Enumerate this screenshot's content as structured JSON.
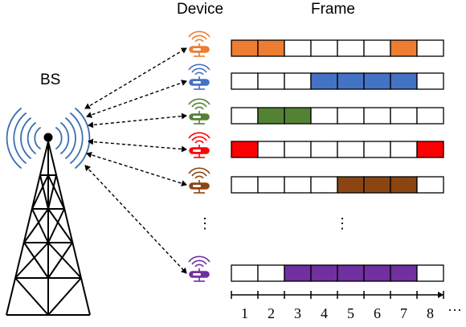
{
  "labels": {
    "device": "Device",
    "frame": "Frame",
    "bs": "BS",
    "vertical_ellipsis": "⋮",
    "axis_ellipsis": "···"
  },
  "axis": {
    "ticks": [
      "1",
      "2",
      "3",
      "4",
      "5",
      "6",
      "7",
      "8"
    ]
  },
  "colors": {
    "empty": "#ffffff",
    "border": "#000000",
    "tower": "#000000",
    "signal": "#3b6fb0"
  },
  "devices": [
    {
      "name": "device-1",
      "color": "#ed7d31",
      "slots": [
        1,
        1,
        0,
        0,
        0,
        0,
        1,
        0
      ]
    },
    {
      "name": "device-2",
      "color": "#4472c4",
      "slots": [
        0,
        0,
        0,
        1,
        1,
        1,
        1,
        0
      ]
    },
    {
      "name": "device-3",
      "color": "#548235",
      "slots": [
        0,
        1,
        1,
        0,
        0,
        0,
        0,
        0
      ]
    },
    {
      "name": "device-4",
      "color": "#ff0000",
      "slots": [
        1,
        0,
        0,
        0,
        0,
        0,
        0,
        1
      ]
    },
    {
      "name": "device-5",
      "color": "#8b4513",
      "slots": [
        0,
        0,
        0,
        0,
        1,
        1,
        1,
        0
      ]
    },
    {
      "name": "device-6",
      "color": "#7030a0",
      "slots": [
        0,
        0,
        1,
        1,
        1,
        1,
        1,
        0
      ]
    }
  ]
}
